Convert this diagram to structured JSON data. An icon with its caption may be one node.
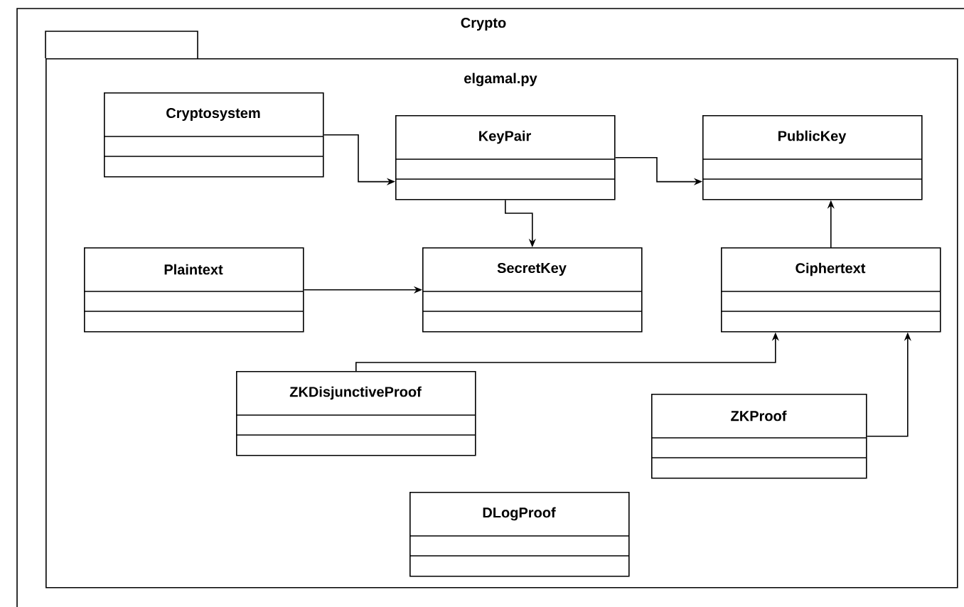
{
  "diagram": {
    "nodes": [
      {
        "text": [
          "Crypto"
        ]
      },
      {
        "text": [
          "elgamal.py"
        ],
        "in": 0
      },
      {
        "text": [
          "Cryptosystem"
        ],
        "in": 1
      },
      {
        "text": [
          "KeyPair"
        ],
        "in": 1
      },
      {
        "text": [
          "PublicKey"
        ],
        "in": 1
      },
      {
        "text": [
          "Plaintext"
        ],
        "in": 1
      },
      {
        "text": [
          "SecretKey"
        ],
        "in": 1
      },
      {
        "text": [
          "Ciphertext"
        ],
        "in": 1
      },
      {
        "text": [
          "ZKDisjunctiveProof"
        ],
        "in": 1
      },
      {
        "text": [
          "ZKProof"
        ],
        "in": 1
      },
      {
        "text": [
          "DLogProof"
        ],
        "in": 1
      }
    ],
    "edges": [
      {
        "from": 2,
        "to": 3,
        "arrow": "to"
      },
      {
        "from": 3,
        "to": 4,
        "arrow": "to"
      },
      {
        "from": 3,
        "to": 6,
        "arrow": "to"
      },
      {
        "from": 5,
        "to": 6,
        "arrow": "to"
      },
      {
        "from": 7,
        "to": 4,
        "arrow": "to"
      },
      {
        "from": 8,
        "to": 7,
        "arrow": "to"
      },
      {
        "from": 9,
        "to": 7,
        "arrow": "to"
      }
    ]
  }
}
